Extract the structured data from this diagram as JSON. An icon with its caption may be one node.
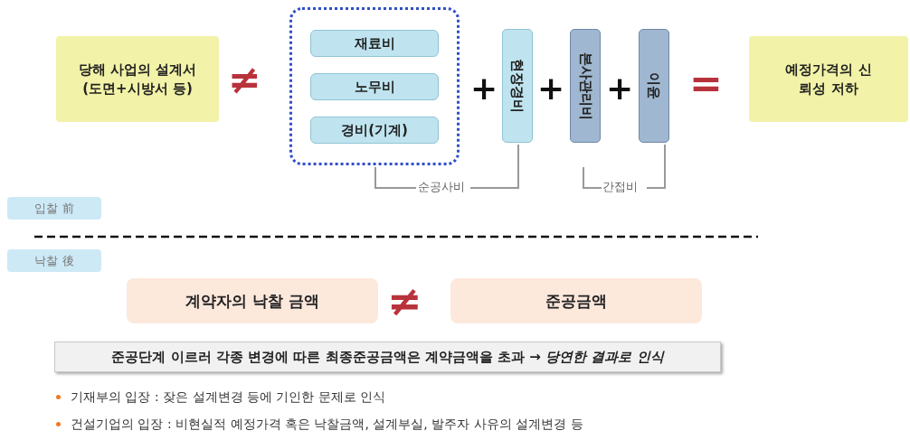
{
  "diagram": {
    "nodes": [
      {
        "text": [
          "당해 사업의 설계서 (도면+시방서 등)"
        ]
      },
      {
        "text": [],
        "shape": "box"
      },
      {
        "text": [
          "재료비"
        ],
        "in": 1
      },
      {
        "text": [
          "노무비"
        ],
        "in": 1
      },
      {
        "text": [
          "경비(기계)"
        ],
        "in": 1
      },
      {
        "text": [
          "현장경비"
        ]
      },
      {
        "text": [
          "본사관리비"
        ]
      },
      {
        "text": [
          "이윤"
        ]
      },
      {
        "text": [
          "예정가격의 신뢰성 저하"
        ]
      },
      {
        "text": [
          "입찰 前"
        ]
      },
      {
        "text": [
          "낙찰 後"
        ]
      },
      {
        "text": [
          "계약자의 낙찰 금액"
        ]
      },
      {
        "text": [
          "준공금액"
        ]
      },
      {
        "text": [
          "준공단계 이르러 각종 변경에 따른 최종준공금액은 계약금액을 초과 → *당연한 결과로 인식*"
        ]
      }
    ],
    "edges": [],
    "labels": [
      "≠",
      "+",
      "+",
      "+",
      "=",
      "순공사비",
      "간접비",
      "≠",
      "기재부의 입장 : 잦은 설계변경 등에 기인한 문제로 인식",
      "건설기업의 입장 : 비현실적 예정가격 혹은 낙찰금액, 설계부실, 발주자 사유의 설계변경 등"
    ]
  }
}
